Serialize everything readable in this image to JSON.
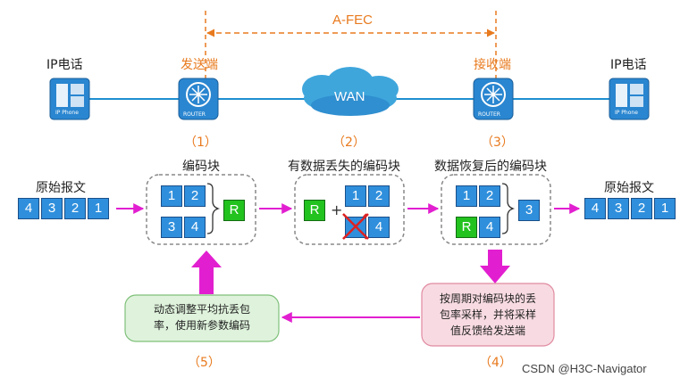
{
  "afec_label": "A-FEC",
  "top": {
    "ip_phone_left": "IP电话",
    "sender_label": "发送端",
    "receiver_label": "接收端",
    "ip_phone_right": "IP电话",
    "wan_label": "WAN",
    "router_caption": "ROUTER",
    "phone_caption": "IP Phone"
  },
  "steps": {
    "s1": "（1）",
    "s2": "（2）",
    "s3": "（3）",
    "s4": "（4）",
    "s5": "（5）"
  },
  "blocks": {
    "original_left": "原始报文",
    "encoded": "编码块",
    "lossy": "有数据丢失的编码块",
    "recovered": "数据恢复后的编码块",
    "original_right": "原始报文"
  },
  "packets": {
    "left": [
      "4",
      "3",
      "2",
      "1"
    ],
    "right": [
      "4",
      "3",
      "2",
      "1"
    ],
    "enc": [
      "1",
      "2",
      "3",
      "4",
      "R"
    ],
    "lossy": [
      "R",
      "+",
      "1",
      "2",
      "4"
    ],
    "rec": [
      "1",
      "2",
      "R",
      "4",
      "3"
    ]
  },
  "notes": {
    "left_line1": "动态调整平均抗丢包",
    "left_line2": "率，使用新参数编码",
    "right_line1": "按周期对编码块的丢",
    "right_line2": "包率采样，并将采样",
    "right_line3": "值反馈给发送端"
  },
  "watermark": "CSDN @H3C-Navigator",
  "colors": {
    "blue_cell": "#2f8fdc",
    "green_cell": "#22c21f",
    "arrow_magenta": "#e21fd0",
    "line_blue": "#1e8fd0",
    "orange": "#e87a1e",
    "note_green_bg": "#dff3dc",
    "note_pink_bg": "#f8dbe2"
  }
}
